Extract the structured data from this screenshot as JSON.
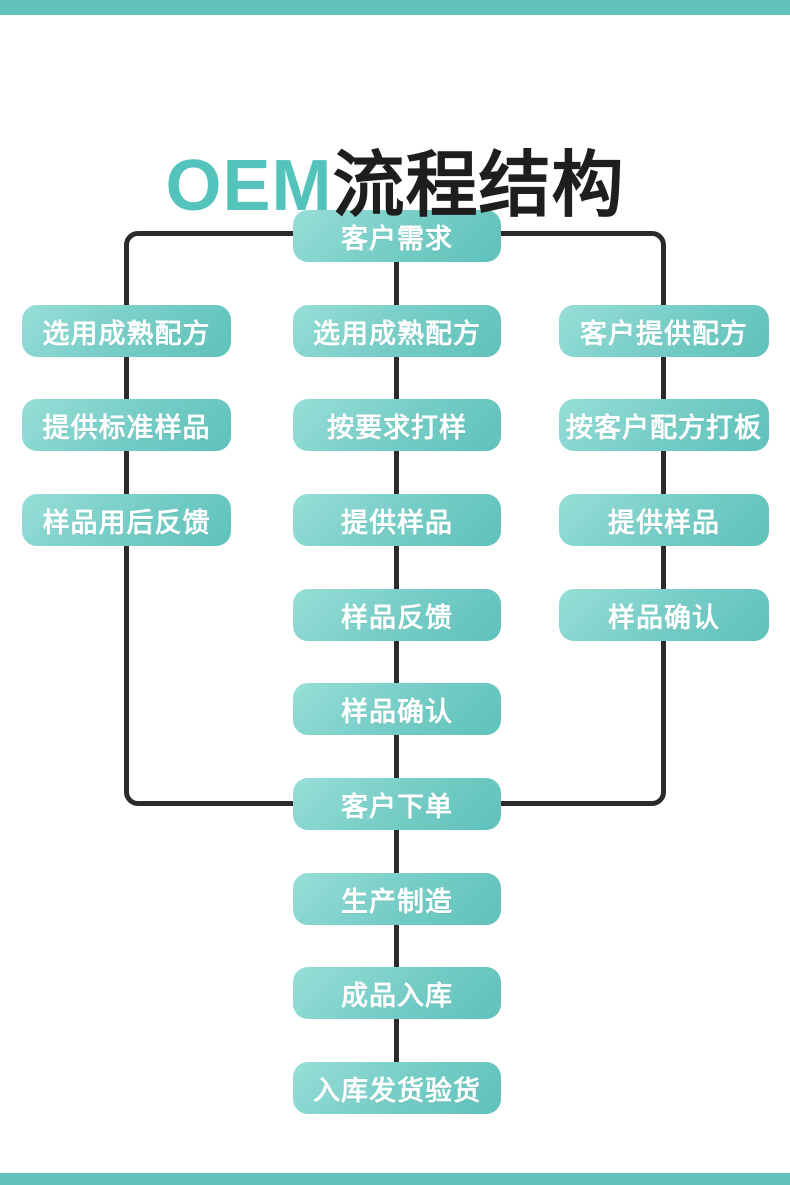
{
  "page": {
    "title_accent": "OEM",
    "title_rest": "流程结构"
  },
  "colors": {
    "accent_bar": "#63c1bc",
    "title_accent": "#53c3bc",
    "title_dark": "#1e1e1e",
    "box_gradient_start": "#98ded8",
    "box_gradient_end": "#5fc2bb",
    "box_text": "#ffffff",
    "connector_line": "#2b2b2b",
    "background": "#ffffff"
  },
  "flow": {
    "top_box": "客户需求",
    "columns": {
      "left": [
        "选用成熟配方",
        "提供标准样品",
        "样品用后反馈"
      ],
      "middle": [
        "选用成熟配方",
        "按要求打样",
        "提供样品",
        "样品反馈",
        "样品确认"
      ],
      "right": [
        "客户提供配方",
        "按客户配方打板",
        "提供样品",
        "样品确认"
      ]
    },
    "tail": [
      "客户下单",
      "生产制造",
      "成品入库",
      "入库发货验货"
    ]
  }
}
